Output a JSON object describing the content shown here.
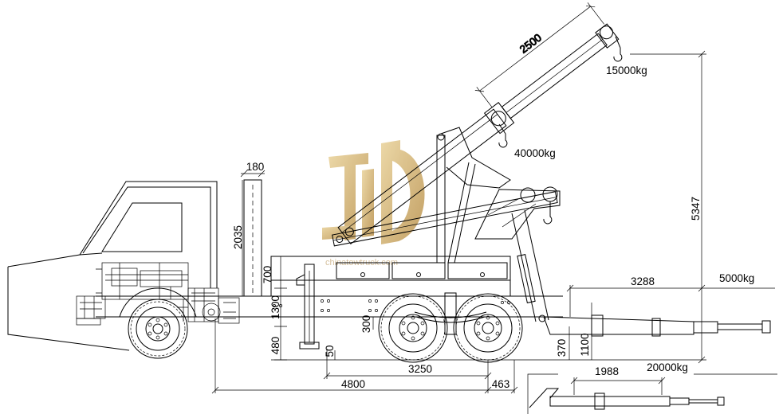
{
  "drawing": {
    "dimensions": {
      "boom_extension": "2500",
      "stack_width": "180",
      "stack_height": "2035",
      "body_height": "700",
      "frame_height": "1300",
      "lower_height": "480",
      "axle_drop": "300",
      "leg_offset": "50",
      "underlift_reach": "3288",
      "overall_height": "5347",
      "underlift_low": "370",
      "underlift_high": "1100",
      "rear_axle_span": "3250",
      "front_span": "4800",
      "rear_offset": "463",
      "inset_reach": "1988"
    },
    "loads": {
      "boom_tip": "15000kg",
      "boom_main": "40000kg",
      "underlift_extended": "5000kg",
      "underlift_retracted": "20000kg"
    }
  },
  "watermark": {
    "text": "chinatowtruck.com"
  },
  "colors": {
    "line": "#000000",
    "logo_gold_light": "#e8cf92",
    "logo_gold_dark": "#b3873c",
    "background": "#ffffff"
  }
}
